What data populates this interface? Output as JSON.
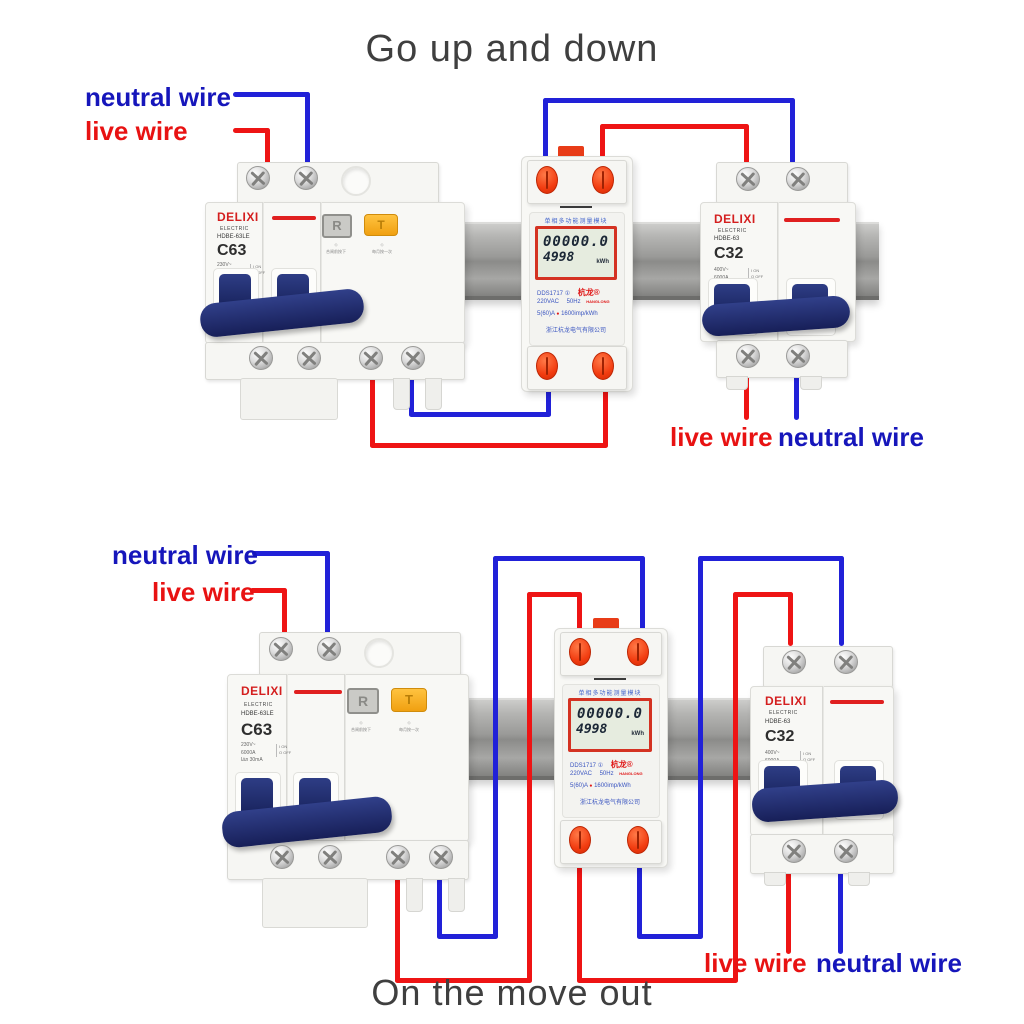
{
  "titles": {
    "top": "Go up and down",
    "bottom": "On the move out"
  },
  "wire_labels": {
    "neutral": "neutral wire",
    "live": "live wire"
  },
  "colors": {
    "live_wire": "#ee1414",
    "neutral_wire": "#2121d8",
    "live_label": "#e81212",
    "neutral_label": "#1616bb",
    "title": "#3f3f3f"
  },
  "breaker_c63": {
    "brand": "DELIXI",
    "series": "ELECTRIC",
    "model": "HDBE-63LE",
    "rating": "C63",
    "specs": "230V~\n6000A\nI∆n 30mA",
    "switch_marks": "I ON\nO OFF",
    "button_reset": "R",
    "button_test": "T",
    "diamond_icon": "◇",
    "note_reset": "合闸前按下",
    "note_test": "每月按一次"
  },
  "breaker_c32": {
    "brand": "DELIXI",
    "series": "ELECTRIC",
    "model": "HDBE-63",
    "rating": "C32",
    "specs": "400V~\n6000A",
    "switch_marks": "I ON\nO OFF"
  },
  "meter": {
    "header": "单相多功能测量模块",
    "lcd_main": "00000.0",
    "lcd_sub": "4998",
    "lcd_unit": "kWh",
    "model": "DDS1717",
    "cert_mark": "①",
    "brand_cn": "杭龙",
    "reg_mark": "®",
    "brand_en": "HANGLONG",
    "voltage": "220VAC",
    "frequency": "50Hz",
    "current": "5(60)A",
    "pulse_dot": "●",
    "impulse": "1600imp/kWh",
    "company": "浙江杭龙电气有限公司"
  }
}
